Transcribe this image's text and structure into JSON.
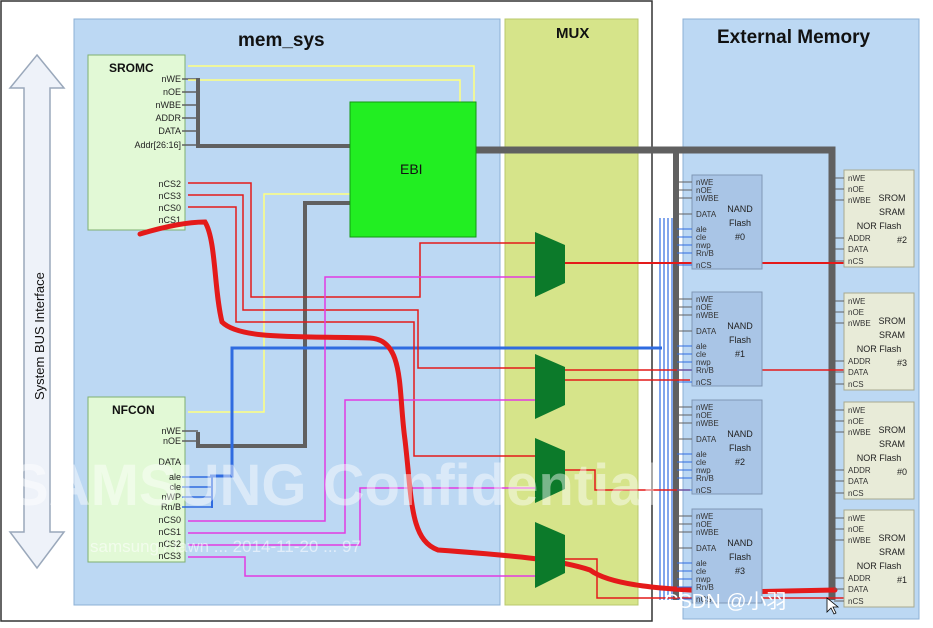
{
  "colors": {
    "panel_blue": "#bcd8f3",
    "mux_green": "#d6e48a",
    "ext_blue": "#bcd8f3",
    "block_green": "#e2f9d6",
    "ebi_green": "#22ee22",
    "mux_shape": "#0c7a2a",
    "chip_fill": "#a9c5e6",
    "chip_fill2": "#e8ebd8",
    "red": "#e41a1a",
    "magenta": "#e23be2",
    "blue": "#2f6be0",
    "yellow": "#ffff80",
    "gray": "#606060"
  },
  "bus_interface_label": "System BUS Interface",
  "panels": {
    "mem_sys": "mem_sys",
    "mux": "MUX",
    "external": "External Memory"
  },
  "sromc": {
    "name": "SROMC",
    "pins_top": [
      "nWE",
      "nOE",
      "nWBE",
      "ADDR",
      "DATA",
      "Addr[26:16]"
    ],
    "pins_cs": [
      "nCS2",
      "nCS3",
      "nCS0",
      "nCS1"
    ]
  },
  "nfcon": {
    "name": "NFCON",
    "pins": [
      "nWE",
      "nOE",
      "DATA",
      "ale",
      "cle",
      "nWP",
      "Rn/B",
      "nCS0",
      "nCS1",
      "nCS2",
      "nCS3"
    ]
  },
  "ebi": "EBI",
  "nand_chips": [
    {
      "name": "NAND Flash #0",
      "l1": "NAND",
      "l2": "Flash",
      "l3": "#0"
    },
    {
      "name": "NAND Flash #1",
      "l1": "NAND",
      "l2": "Flash",
      "l3": "#1"
    },
    {
      "name": "NAND Flash #2",
      "l1": "NAND",
      "l2": "Flash",
      "l3": "#2"
    },
    {
      "name": "NAND Flash #3",
      "l1": "NAND",
      "l2": "Flash",
      "l3": "#3"
    }
  ],
  "nand_pins": [
    "nWE",
    "nOE",
    "nWBE",
    "DATA",
    "ale",
    "cle",
    "nwp",
    "Rn/B",
    "nCS"
  ],
  "srom_chips": [
    {
      "l1": "SROM",
      "l2": "SRAM",
      "l3": "NOR Flash",
      "l4": "#2"
    },
    {
      "l1": "SROM",
      "l2": "SRAM",
      "l3": "NOR Flash",
      "l4": "#3"
    },
    {
      "l1": "SROM",
      "l2": "SRAM",
      "l3": "NOR Flash",
      "l4": "#0"
    },
    {
      "l1": "SROM",
      "l2": "SRAM",
      "l3": "NOR Flash",
      "l4": "#1"
    }
  ],
  "srom_pins": [
    "nWE",
    "nOE",
    "nWBE",
    "ADDR",
    "DATA",
    "nCS"
  ],
  "watermark": "SAMSUNG Confidential",
  "watermark_sub": "samsung / fawn ... 2014-11-20 ... 97",
  "csdn_mark": "CSDN @小羽"
}
